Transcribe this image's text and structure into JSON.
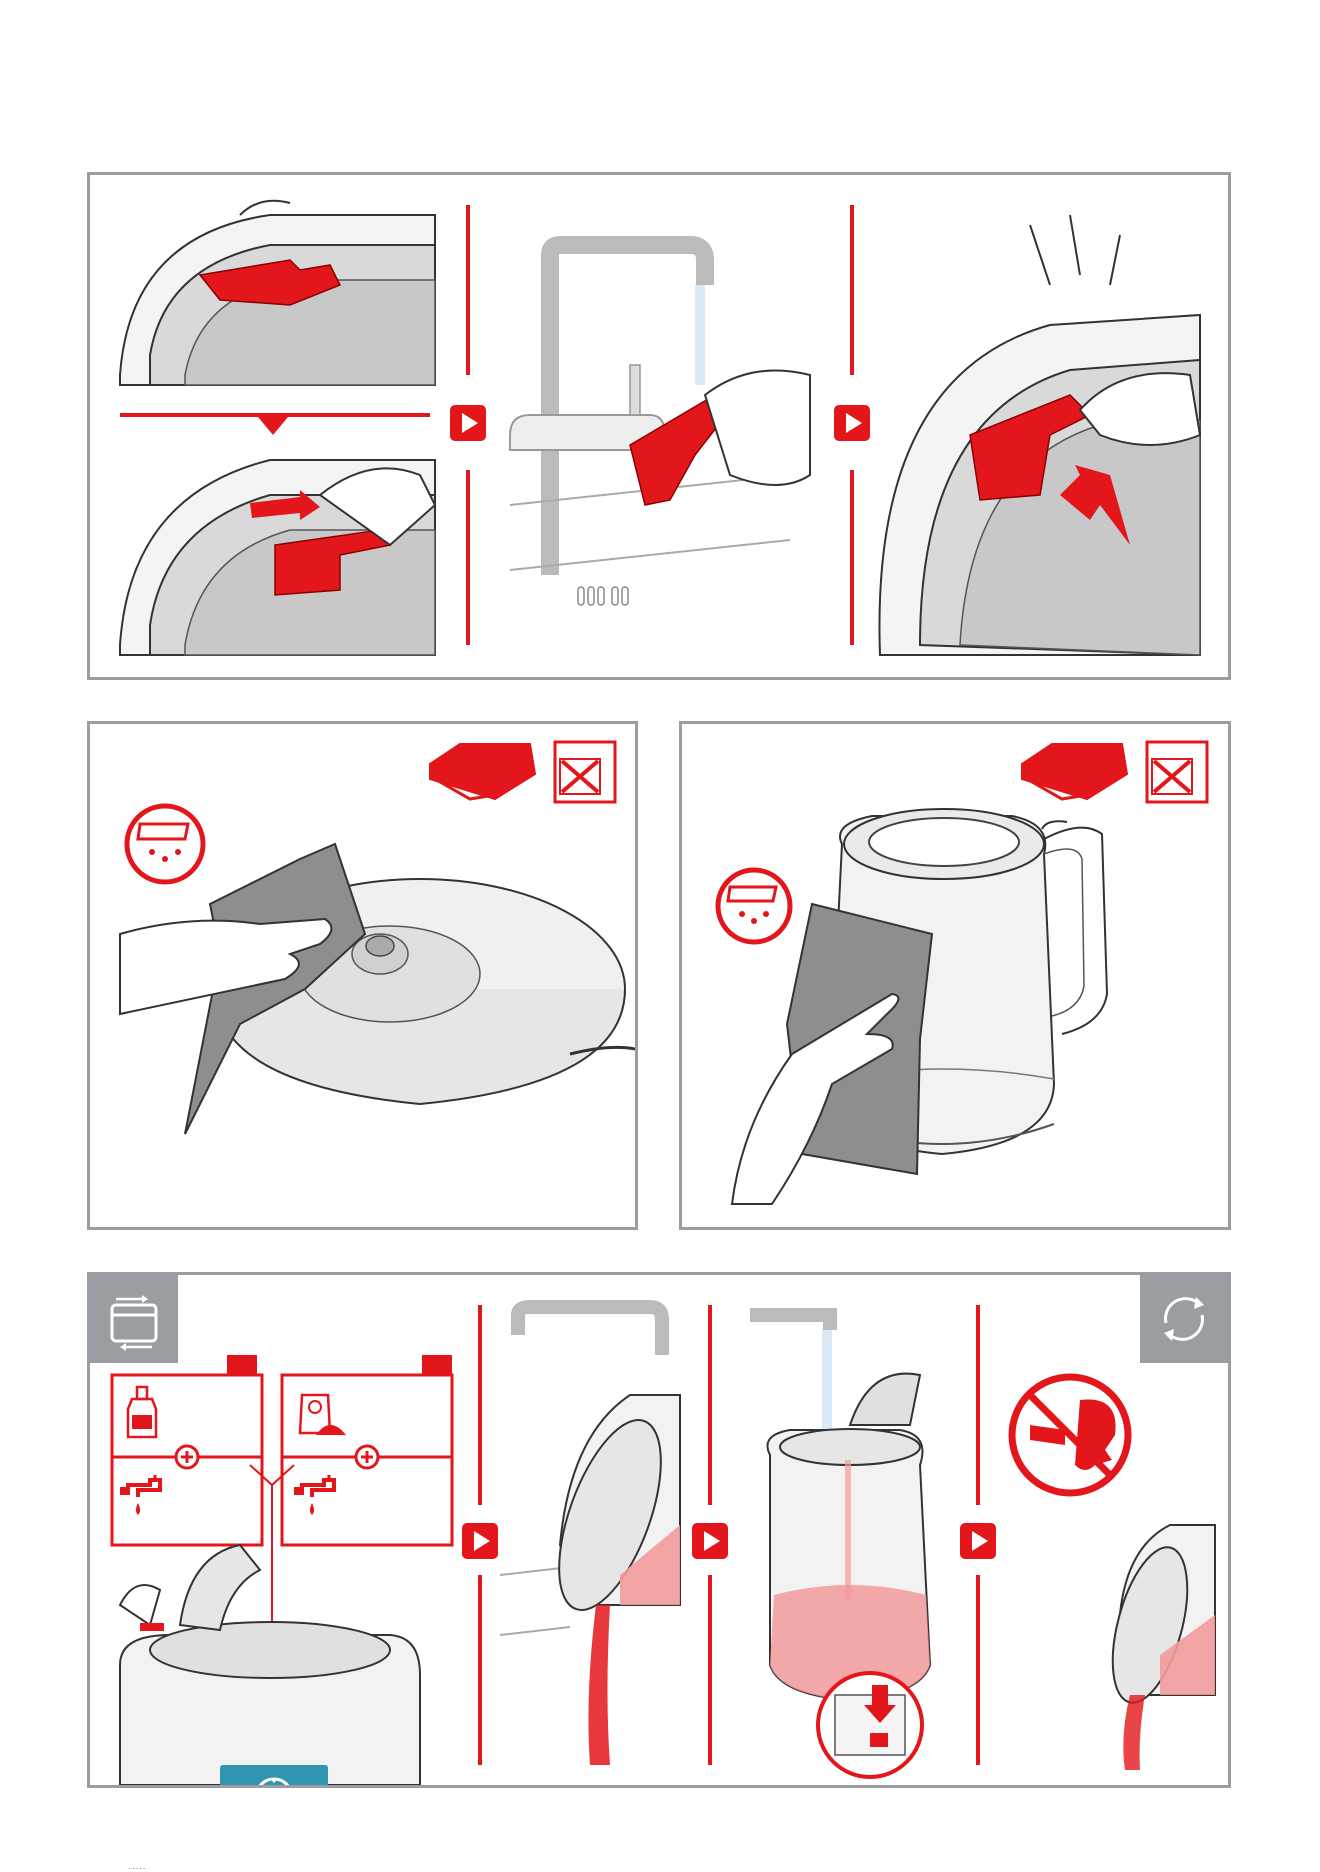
{
  "document": {
    "footer_text": "....."
  },
  "panels": {
    "top": {
      "steps": [
        "lift-filter",
        "rinse-filter",
        "refit-filter"
      ]
    },
    "middle_left": {
      "icons": [
        "wipe-hand-icon",
        "no-dishwasher-icon",
        "damp-cloth-icon"
      ]
    },
    "middle_right": {
      "icons": [
        "wipe-hand-icon",
        "no-dishwasher-icon",
        "damp-cloth-icon"
      ]
    },
    "bottom": {
      "icons": [
        "calendar-cycle-icon",
        "repeat-icon",
        "vinegar-bottle-icon",
        "descaler-pack-icon",
        "tap-icon",
        "timer-icon",
        "no-fumes-icon"
      ]
    }
  },
  "colors": {
    "accent_red": "#e3161b",
    "frame_gray": "#9a9ea2",
    "timer_blue": "#2f95b0",
    "liquid_pink": "#f29a9b"
  }
}
